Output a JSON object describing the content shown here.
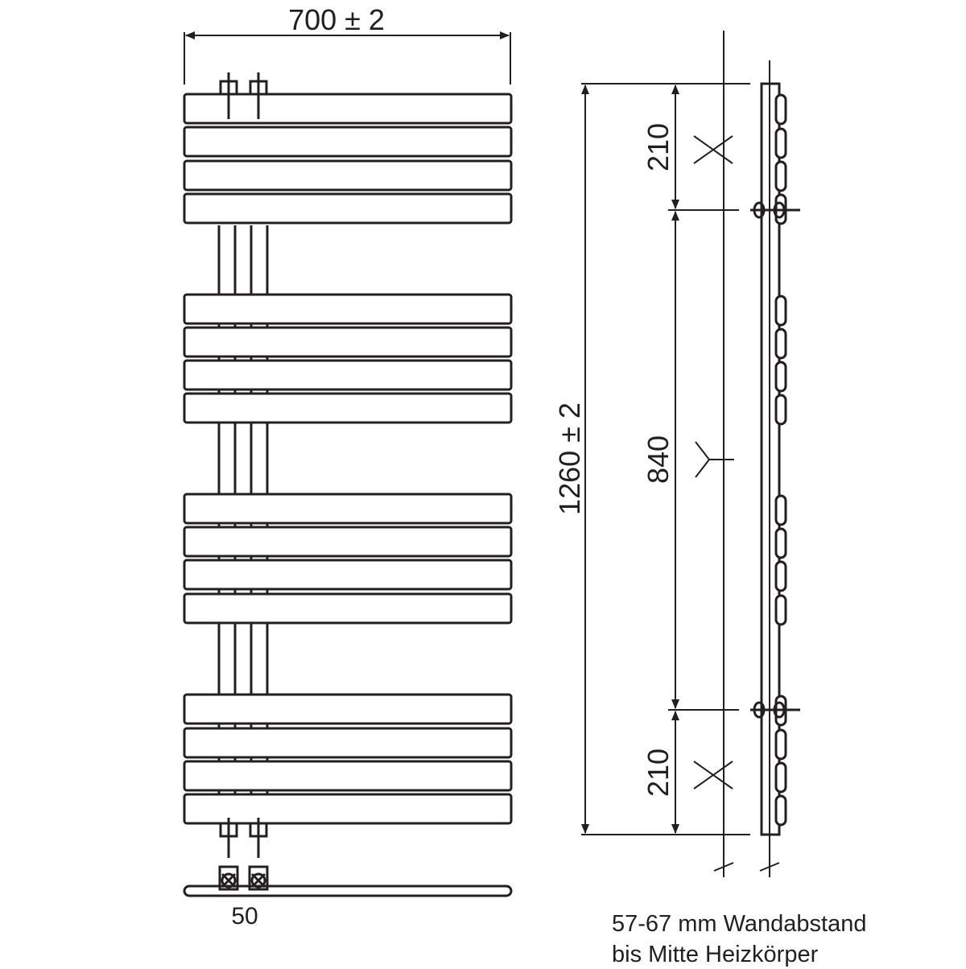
{
  "dimensions": {
    "width_label": "700 ±  2",
    "height_label": "1260  ±  2",
    "top_segment_label": "210",
    "middle_segment_label": "840",
    "bottom_segment_label": "210",
    "connection_label": "50"
  },
  "notes": {
    "line1": "57-67 mm Wandabstand",
    "line2": "bis Mitte Heizkörper"
  }
}
